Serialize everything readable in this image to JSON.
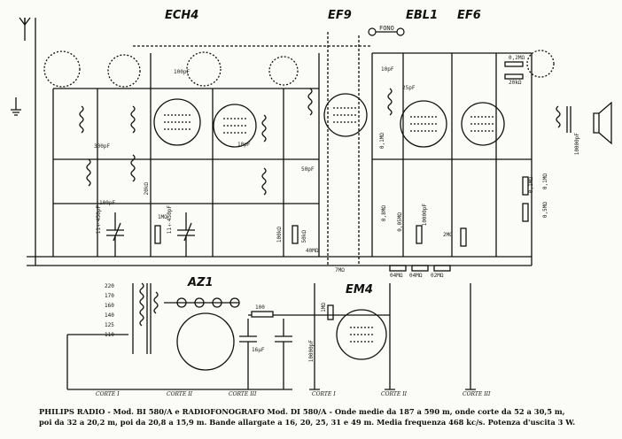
{
  "tubes": {
    "ech4": "ECH4",
    "ef9": "EF9",
    "ebl1": "EBL1",
    "ef6": "EF6",
    "az1": "AZ1",
    "em4": "EM4"
  },
  "connector_label": "FONO",
  "components": [
    "100pF",
    "25pF",
    "10pF",
    "0,2MΩ",
    "20kΩ",
    "10pF",
    "300pF",
    "100pF",
    "50pF",
    "11÷450pF",
    "11÷450pF",
    "20kΩ",
    "1MΩ",
    "0,05MΩ",
    "2MΩ",
    "0,1MΩ",
    "0,8MΩ",
    "10000pF",
    "100kΩ",
    "50kΩ",
    "40MΩ",
    "7MΩ",
    "04MΩ",
    "02MΩ",
    "04MΩ",
    "0,1MΩ",
    "1MΩ",
    "10000pF",
    "100",
    "16µF",
    "10000pF",
    "0,1MΩ",
    "0,5MΩ"
  ],
  "voltage_taps": [
    "220",
    "170",
    "160",
    "140",
    "125",
    "110"
  ],
  "switch_labels": [
    "CORTE I",
    "CORTE II",
    "CORTE III",
    "CORTE I",
    "CORTE II",
    "CORTE III"
  ],
  "caption": {
    "line1": "PHILIPS RADIO - Mod. BI 580/A e RADIOFONOGRAFO Mod. DI 580/A - Onde medie da 187 a 590 m, onde corte da 52 a 30,5 m,",
    "line2": "poi da 32 a 20,2 m, poi da 20,8 a 15,9 m. Bande allargate a 16, 20, 25, 31 e 49 m. Media frequenza 468 kc/s. Potenza d'uscita 3 W."
  }
}
